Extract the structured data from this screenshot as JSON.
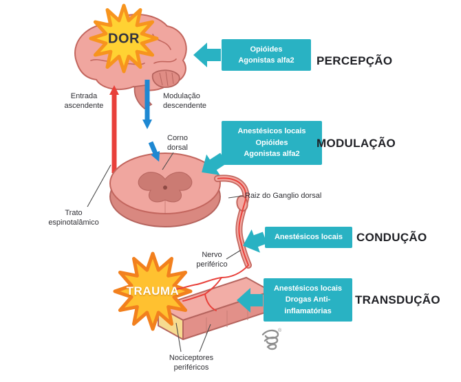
{
  "colors": {
    "teal": "#29B2C3",
    "red": "#E8403A",
    "blue": "#1E88D2",
    "ink": "#2E2E33",
    "burst-yellow": "#FFD233",
    "burst-orange": "#F7941E",
    "trauma-fill": "#FFC130",
    "trauma-edge": "#F2801E"
  },
  "bursts": {
    "pain": "DOR",
    "trauma": "TRAUMA"
  },
  "stages": [
    {
      "label": "PERCEPÇÃO",
      "box_text": "Opióides\nAgonistas alfa2"
    },
    {
      "label": "MODULAÇÃO",
      "box_text": "Anestésicos locais\nOpióides\nAgonistas alfa2"
    },
    {
      "label": "CONDUÇÃO",
      "box_text": "Anestésicos locais"
    },
    {
      "label": "TRANSDUÇÃO",
      "box_text": "Anestésicos locais\nDrogas Anti-\ninflamatórias"
    }
  ],
  "annotations": {
    "entrada": "Entrada\nascendente",
    "modulacao_descendente": "Modulação\ndescendente",
    "corno_dorsal": "Corno\ndorsal",
    "trato_espinotalamico": "Trato\nespinotalâmico",
    "raiz_ganglio": "Raiz do Ganglio dorsal",
    "nervo_periferico": "Nervo\nperiférico",
    "nociceptores": "Nociceptores\nperiféricos"
  },
  "logo": {
    "icon": "swirl-logo",
    "registered": "®"
  }
}
